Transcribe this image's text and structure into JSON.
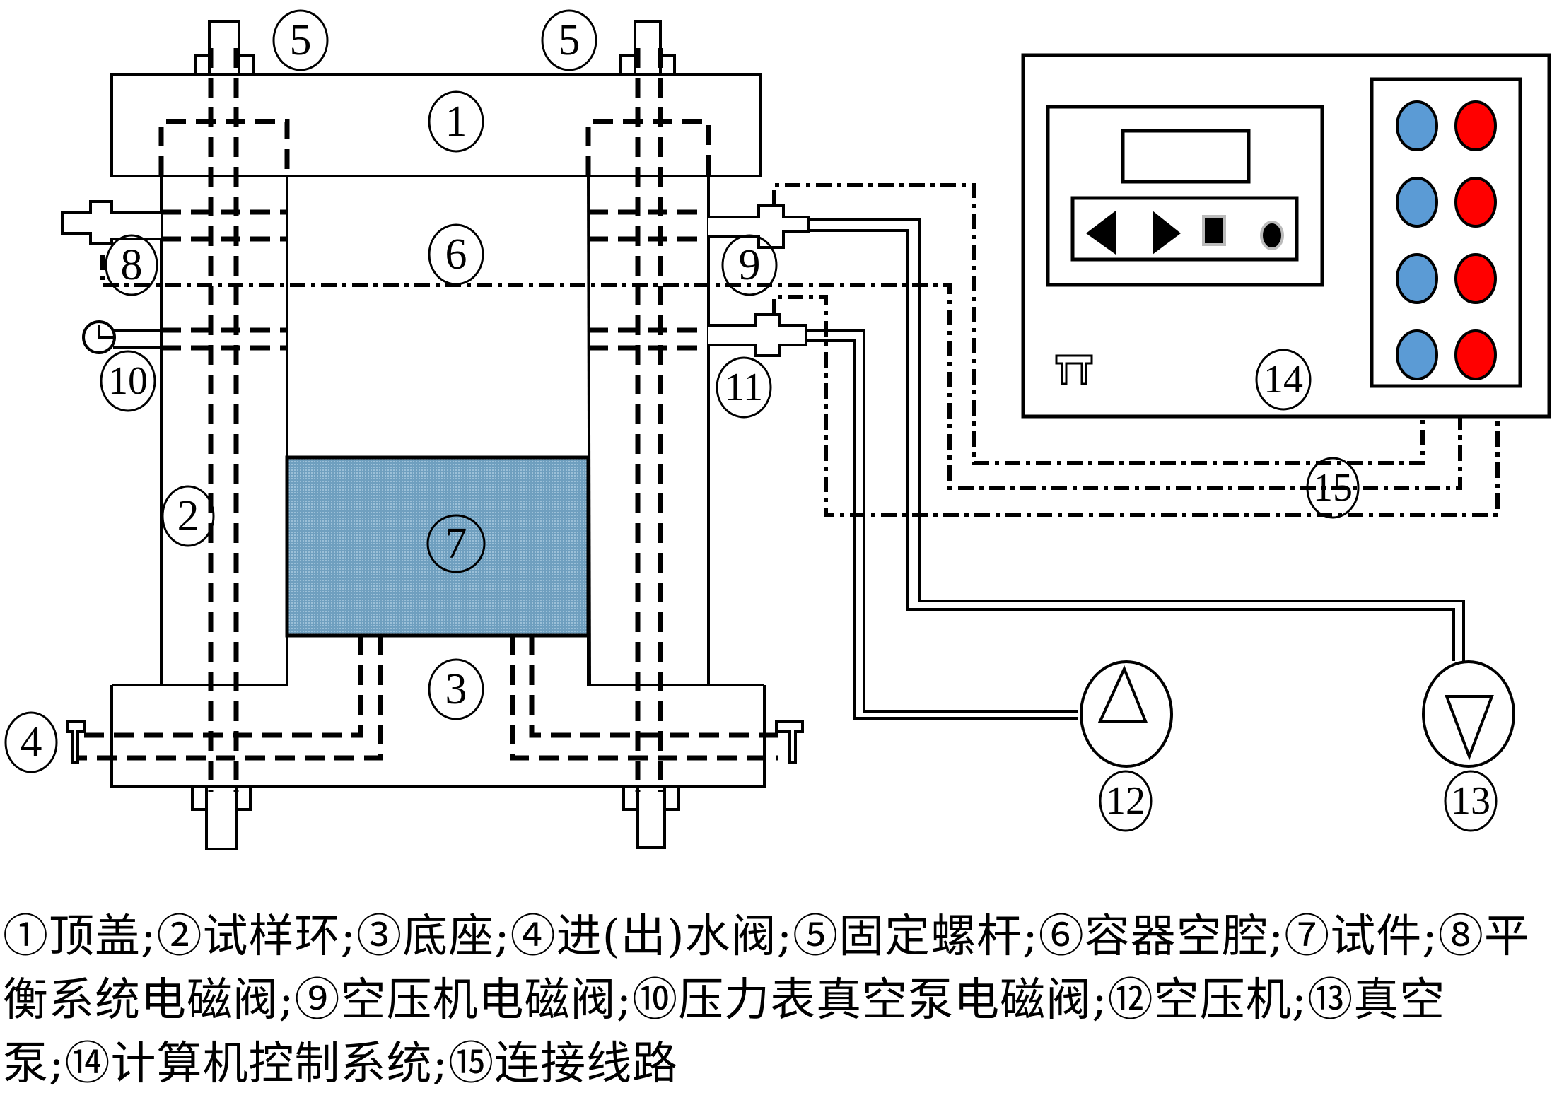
{
  "labels": {
    "top_cover": "1",
    "sample_ring": "2",
    "base": "3",
    "water_valve": "4",
    "bolt_left": "5",
    "bolt_right": "5",
    "cavity": "6",
    "specimen": "7",
    "balance_valve": "8",
    "compressor_valve": "9",
    "gauge_valve": "10",
    "valve_11": "11",
    "air_compressor": "12",
    "vacuum_pump": "13",
    "control_system": "14",
    "wiring": "15"
  },
  "controller": {
    "buttons": [
      "prev-triangle",
      "next-triangle",
      "stop-square",
      "record-dot"
    ],
    "indicator_rows": 4,
    "colors": {
      "blue": "#5b9bd5",
      "red": "#ff0000"
    }
  },
  "colors": {
    "specimen_fill": "#6f9fbf",
    "line": "#000000"
  },
  "caption": "①顶盖;②试样环;③底座;④进(出)水阀;⑤固定螺杆;⑥容器空腔;⑦试件;⑧平衡系统电磁阀;⑨空压机电磁阀;⑩压力表真空泵电磁阀;⑫空压机;⑬真空泵;⑭计算机控制系统;⑮连接线路"
}
